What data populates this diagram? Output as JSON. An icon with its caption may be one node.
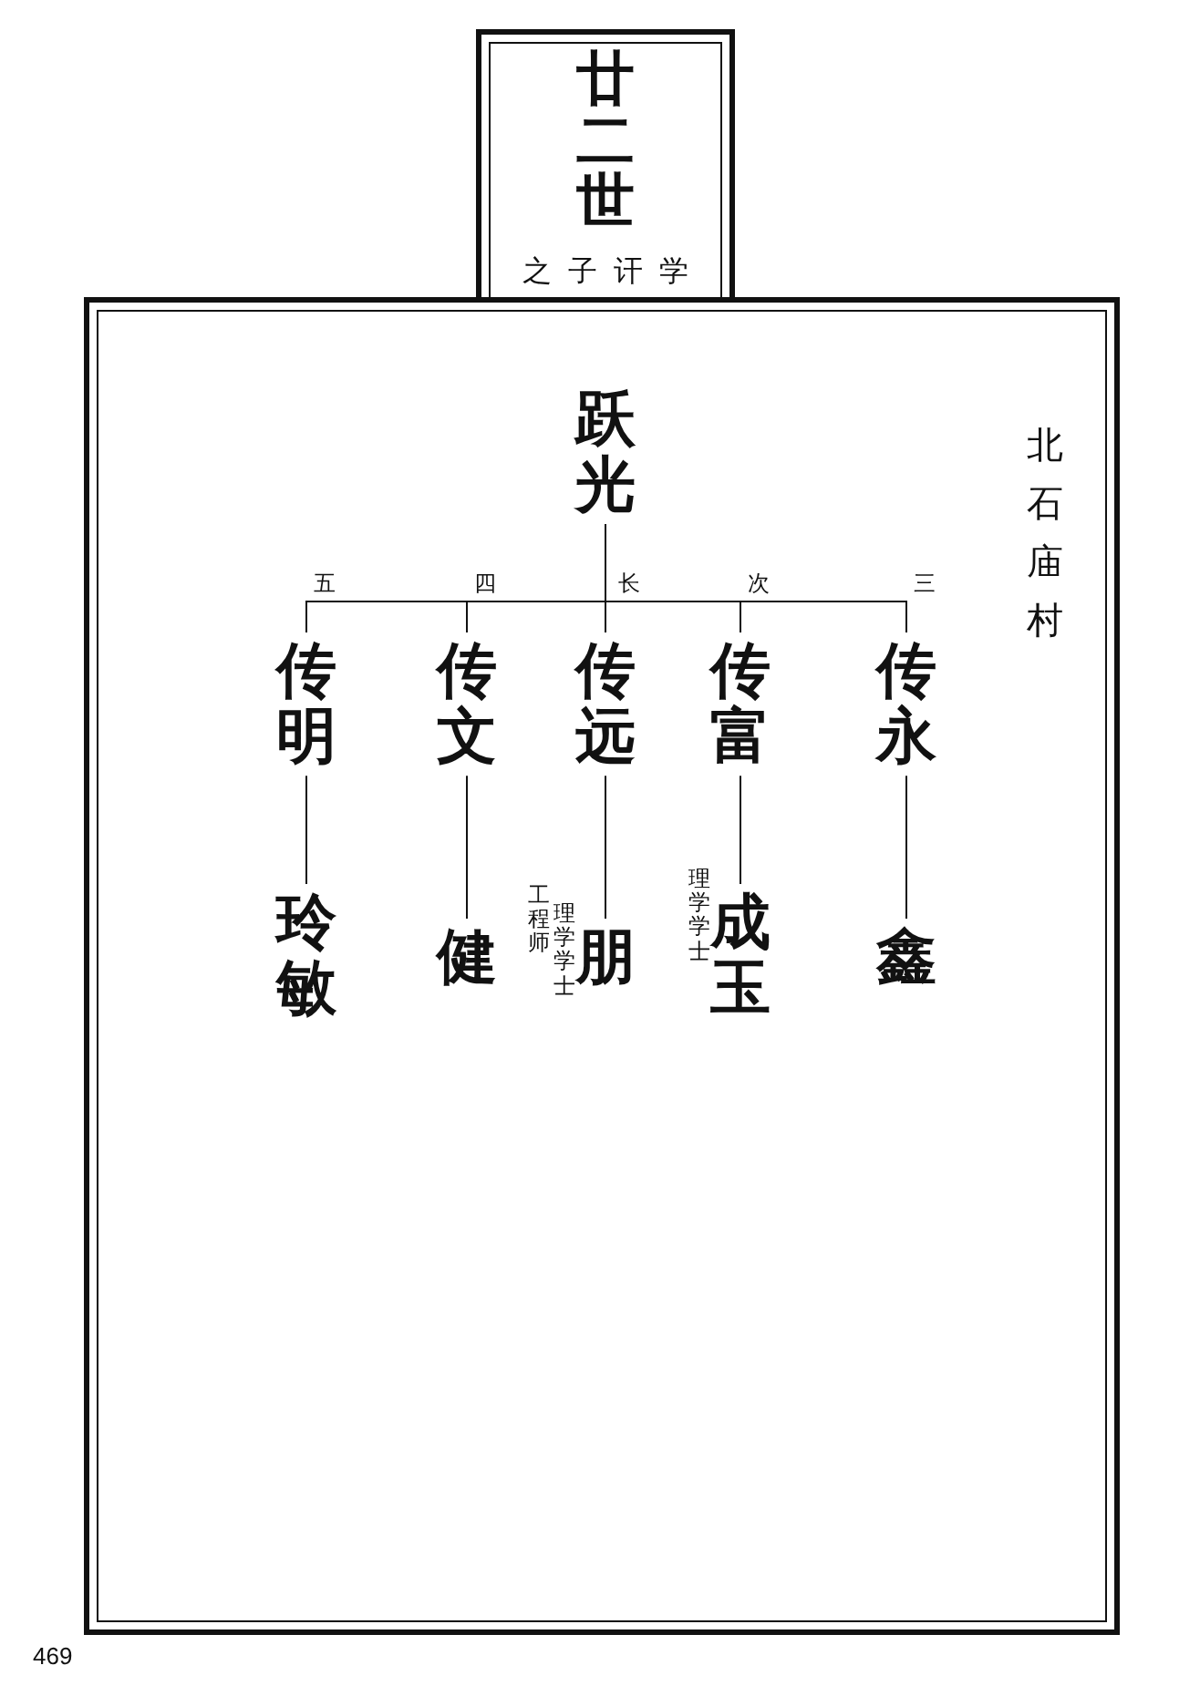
{
  "diagram": {
    "title": "廿二世",
    "nodes": [
      {
        "text": [
          "跃光"
        ]
      },
      {
        "text": [
          "传明"
        ]
      },
      {
        "text": [
          "传文"
        ]
      },
      {
        "text": [
          "传远"
        ]
      },
      {
        "text": [
          "传富"
        ]
      },
      {
        "text": [
          "传永"
        ]
      },
      {
        "text": [
          "玲敏"
        ]
      },
      {
        "text": [
          "健"
        ]
      },
      {
        "text": [
          "朋"
        ],
        "beside": [
          "理学学士",
          "工程师"
        ]
      },
      {
        "text": [
          "成玉"
        ],
        "beside": [
          "理学学士"
        ]
      },
      {
        "text": [
          "鑫"
        ]
      }
    ],
    "edges": [
      {
        "from": 0,
        "to": 1,
        "arrow": "none",
        "label": "五"
      },
      {
        "from": 0,
        "to": 2,
        "arrow": "none",
        "label": "四"
      },
      {
        "from": 0,
        "to": 3,
        "arrow": "none",
        "label": "长"
      },
      {
        "from": 0,
        "to": 4,
        "arrow": "none",
        "label": "次"
      },
      {
        "from": 0,
        "to": 5,
        "arrow": "none",
        "label": "三"
      },
      {
        "from": 1,
        "to": 6,
        "arrow": "none"
      },
      {
        "from": 2,
        "to": 7,
        "arrow": "none"
      },
      {
        "from": 3,
        "to": 8,
        "arrow": "none"
      },
      {
        "from": 4,
        "to": 9,
        "arrow": "none"
      },
      {
        "from": 5,
        "to": 10,
        "arrow": "none"
      }
    ],
    "labels": [
      "之子讦学",
      "北石庙村",
      "469"
    ]
  }
}
